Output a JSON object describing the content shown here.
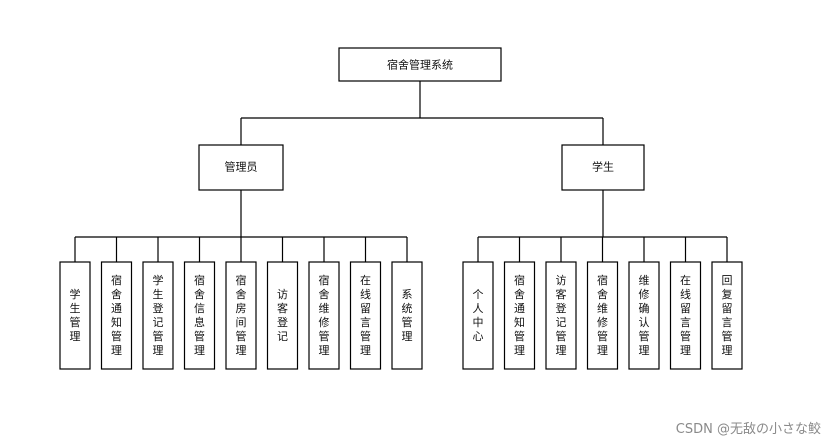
{
  "root": {
    "label": "宿舍管理系统"
  },
  "branches": [
    {
      "label": "管理员",
      "children": [
        "学生管理",
        "宿舍通知管理",
        "学生登记管理",
        "宿舍信息管理",
        "宿舍房间管理",
        "访客登记",
        "宿舍维修管理",
        "在线留言管理",
        "系统管理"
      ]
    },
    {
      "label": "学生",
      "children": [
        "个人中心",
        "宿舍通知管理",
        "访客登记管理",
        "宿舍维修管理",
        "维修确认管理",
        "在线留言管理",
        "回复留言管理"
      ]
    }
  ],
  "watermark": "CSDN @无敌の小さな鲛",
  "colors": {
    "line": "#000000",
    "box_fill": "#ffffff",
    "text": "#111111",
    "watermark": "#8a8a8a"
  }
}
